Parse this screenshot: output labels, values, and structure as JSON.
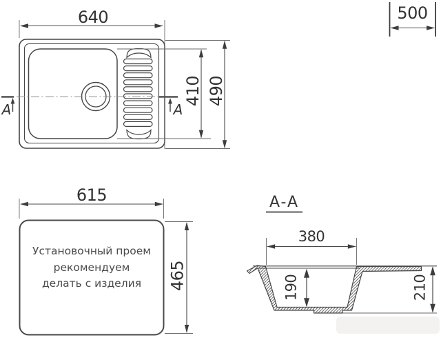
{
  "colors": {
    "line": "#454545",
    "thin_line": "#6a6a6a",
    "arrow": "#3d3d3d",
    "text": "#333333",
    "note_text": "#4a4a4a",
    "background": "#ffffff"
  },
  "top_view": {
    "width_label": "640",
    "overall_depth_label": "490",
    "bowl_depth_label": "410",
    "section_letter_left": "A",
    "section_letter_right": "A"
  },
  "cabinet": {
    "min_base_label": "500"
  },
  "cutout": {
    "width_label": "615",
    "height_label": "465",
    "note_lines": [
      "Установочный проем",
      "рекомендуем",
      "делать с изделия"
    ]
  },
  "section": {
    "title": "A-A",
    "bowl_width_label": "380",
    "bowl_depth_label": "190",
    "overall_height_label": "210"
  }
}
